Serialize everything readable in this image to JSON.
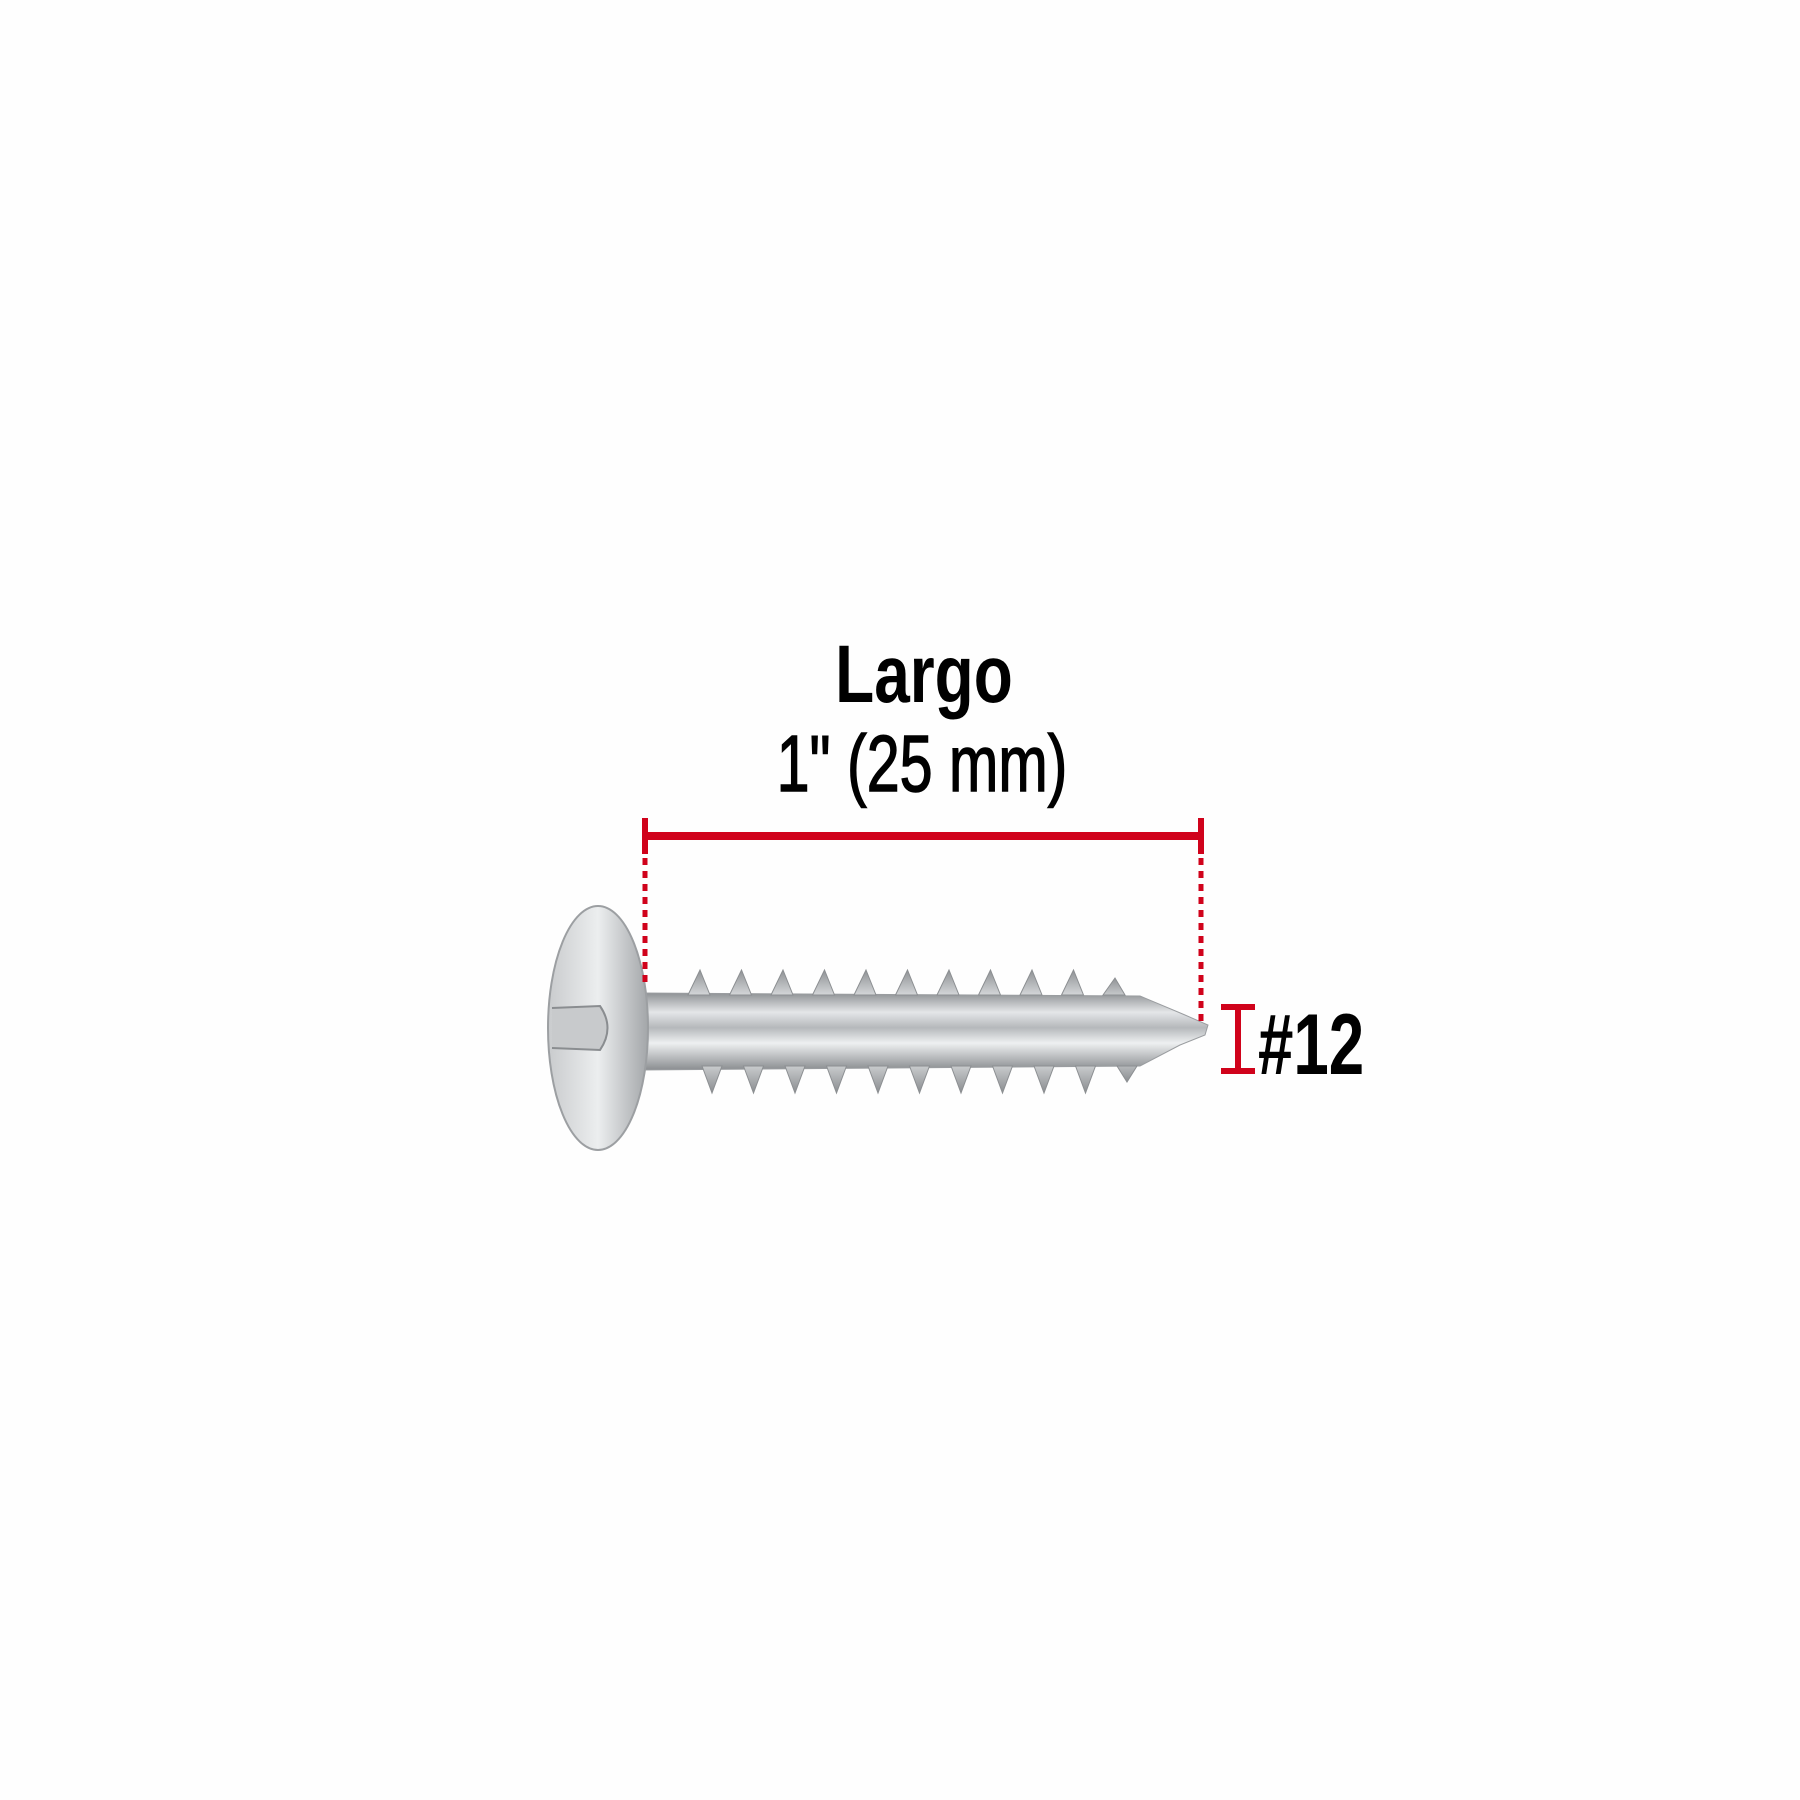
{
  "product": {
    "length_label": "Largo",
    "length_value": "1\" (25 mm)",
    "gauge_label": "#12"
  },
  "colors": {
    "accent": "#d0021b",
    "text": "#000000",
    "background": "#fefefe"
  }
}
